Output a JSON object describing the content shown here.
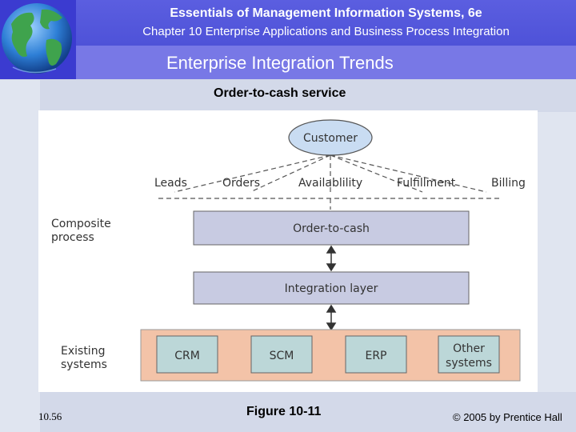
{
  "header": {
    "course_title": "Essentials of Management Information Systems, 6e",
    "chapter_title": "Chapter 10 Enterprise Applications and Business Process Integration",
    "slide_title": "Enterprise Integration Trends"
  },
  "caption": "Order-to-cash service",
  "diagram": {
    "customer": "Customer",
    "channels": [
      "Leads",
      "Orders",
      "Availablility",
      "Fulfillment",
      "Billing"
    ],
    "composite_label": [
      "Composite",
      "process"
    ],
    "order_to_cash": "Order-to-cash",
    "integration_layer": "Integration layer",
    "existing_label": [
      "Existing",
      "systems"
    ],
    "systems": [
      "CRM",
      "SCM",
      "ERP",
      [
        "Other",
        "systems"
      ]
    ]
  },
  "footer": {
    "page_number": "10.56",
    "figure_label": "Figure 10-11",
    "copyright": "© 2005 by Prentice Hall"
  },
  "colors": {
    "header": "#4e52d8",
    "subheader": "#7878e6",
    "slide_bg": "#d3d9e9",
    "customer_fill": "#c9dcf2",
    "layer_fill": "#c8cbe2",
    "systems_band": "#f3c3a8",
    "system_box": "#bcd7d8"
  }
}
